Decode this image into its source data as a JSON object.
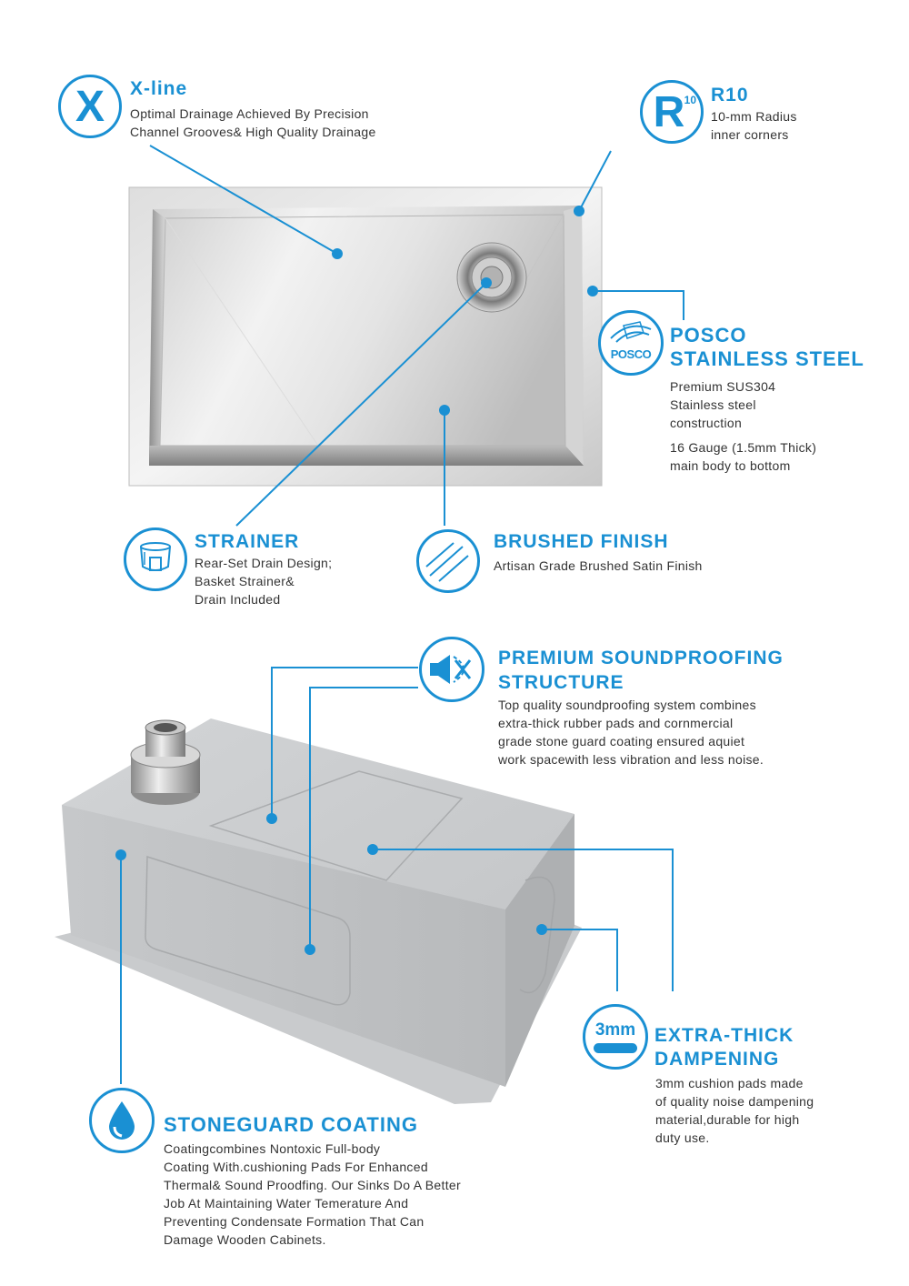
{
  "xline": {
    "title": "X-line",
    "desc_1": "Optimal Drainage Achieved By Precision",
    "desc_2": "Channel Grooves& High Quality Drainage",
    "icon": "x-icon",
    "icon_glyph": "X"
  },
  "r10": {
    "title": "R10",
    "desc_1": "10-mm Radius",
    "desc_2": "inner corners",
    "icon": "r10-icon",
    "icon_glyph": "R",
    "icon_sup": "10"
  },
  "posco": {
    "title_1": "POSCO",
    "title_2": "STAINLESS STEEL",
    "desc_1": "Premium SUS304",
    "desc_2": "Stainless steel",
    "desc_3": "construction",
    "desc_4": "16 Gauge (1.5mm Thick)",
    "desc_5": "main body to bottom",
    "icon": "posco-logo-icon",
    "logo_text": "POSCO"
  },
  "strainer": {
    "title": "STRAINER",
    "desc_1": "Rear-Set Drain Design;",
    "desc_2": "Basket Strainer&",
    "desc_3": "Drain Included",
    "icon": "strainer-icon"
  },
  "brushed": {
    "title": "BRUSHED FINISH",
    "desc_1": "Artisan Grade Brushed Satin Finish",
    "icon": "brushed-lines-icon"
  },
  "soundproof": {
    "title_1": "PREMIUM SOUNDPROOFING",
    "title_2": "STRUCTURE",
    "desc_1": "Top quality soundproofing system combines",
    "desc_2": "extra-thick rubber pads and cornmercial",
    "desc_3": "grade stone guard coating ensured aquiet",
    "desc_4": "work spacewith less vibration and less noise.",
    "icon": "speaker-mute-icon"
  },
  "dampening": {
    "title_1": "EXTRA-THICK",
    "title_2": "DAMPENING",
    "desc_1": "3mm cushion pads made",
    "desc_2": "of quality noise dampening",
    "desc_3": "material,durable for high",
    "desc_4": "duty use.",
    "icon": "3mm-pad-icon",
    "icon_text": "3mm"
  },
  "stoneguard": {
    "title": "STONEGUARD COATING",
    "desc_1": "Coatingcombines Nontoxic Full-body",
    "desc_2": "Coating With.cushioning Pads For Enhanced",
    "desc_3": "Thermal& Sound Proodfing. Our Sinks Do A Better",
    "desc_4": "Job At Maintaining Water Temerature And",
    "desc_5": "Preventing Condensate Formation That Can",
    "desc_6": "Damage Wooden Cabinets.",
    "icon": "water-drop-icon"
  },
  "colors": {
    "accent": "#1a90d3",
    "steel_light": "#e8e8e8",
    "steel_dark": "#9a9a9a",
    "coating": "#c4c6c8"
  }
}
